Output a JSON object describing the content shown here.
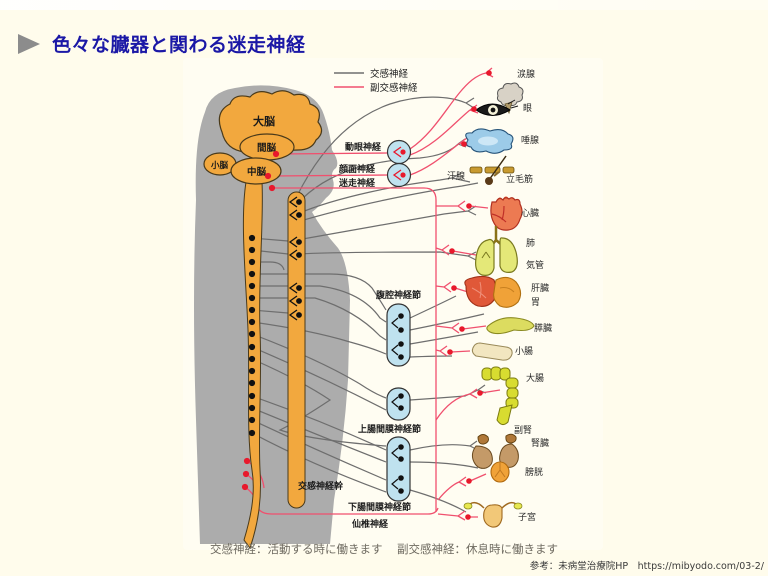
{
  "slide": {
    "title": "色々な臓器と関わる迷走神経",
    "reference": "参考：未病堂治療院HP　https://mibyodo.com/03-2/"
  },
  "legend": {
    "sympathetic": {
      "label": "交感神経",
      "color": "#6e6e6e"
    },
    "parasympathetic": {
      "label": "副交感神経",
      "color": "#f0506e"
    }
  },
  "brain": {
    "cerebrum": "大脳",
    "diencephalon": "間脳",
    "cerebellum": "小脳",
    "midbrain": "中脳"
  },
  "nerves": {
    "oculomotor": "動眼神経",
    "facial": "顔面神経",
    "vagus": "迷走神経",
    "celiac_ganglion": "腹腔神経節",
    "superior_mesenteric_ganglion": "上腸間膜神経節",
    "inferior_mesenteric_ganglion": "下腸間膜神経節",
    "sympathetic_trunk": "交感神経幹",
    "sacral": "仙椎神経"
  },
  "organs": {
    "lacrimal": {
      "label": "涙腺"
    },
    "eye": {
      "label": "眼"
    },
    "salivary": {
      "label": "唾腺"
    },
    "sweat": {
      "label": "汗腺"
    },
    "arrector": {
      "label": "立毛筋"
    },
    "heart": {
      "label": "心臓"
    },
    "lung": {
      "label": "肺"
    },
    "trachea": {
      "label": "気管"
    },
    "liver": {
      "label": "肝臓"
    },
    "stomach": {
      "label": "胃"
    },
    "pancreas": {
      "label": "膵臓"
    },
    "small_intestine": {
      "label": "小腸"
    },
    "large_intestine": {
      "label": "大腸"
    },
    "adrenal": {
      "label": "副腎"
    },
    "kidney": {
      "label": "腎臓"
    },
    "bladder": {
      "label": "膀胱"
    },
    "uterus": {
      "label": "子宮"
    }
  },
  "captions": {
    "sympathetic": "交感神経：活動する時に働きます",
    "parasympathetic": "副交感神経：休息時に働きます"
  },
  "colors": {
    "slide_bg": "#fffcec",
    "title": "#1b18a6",
    "cns_fill": "#f2a83e",
    "ganglion_fill": "#bfe2ef",
    "silhouette": "#acacac",
    "red_dot": "#e8192c",
    "sympathetic_line": "#6e6e6e",
    "parasympathetic_line": "#f0506e"
  }
}
